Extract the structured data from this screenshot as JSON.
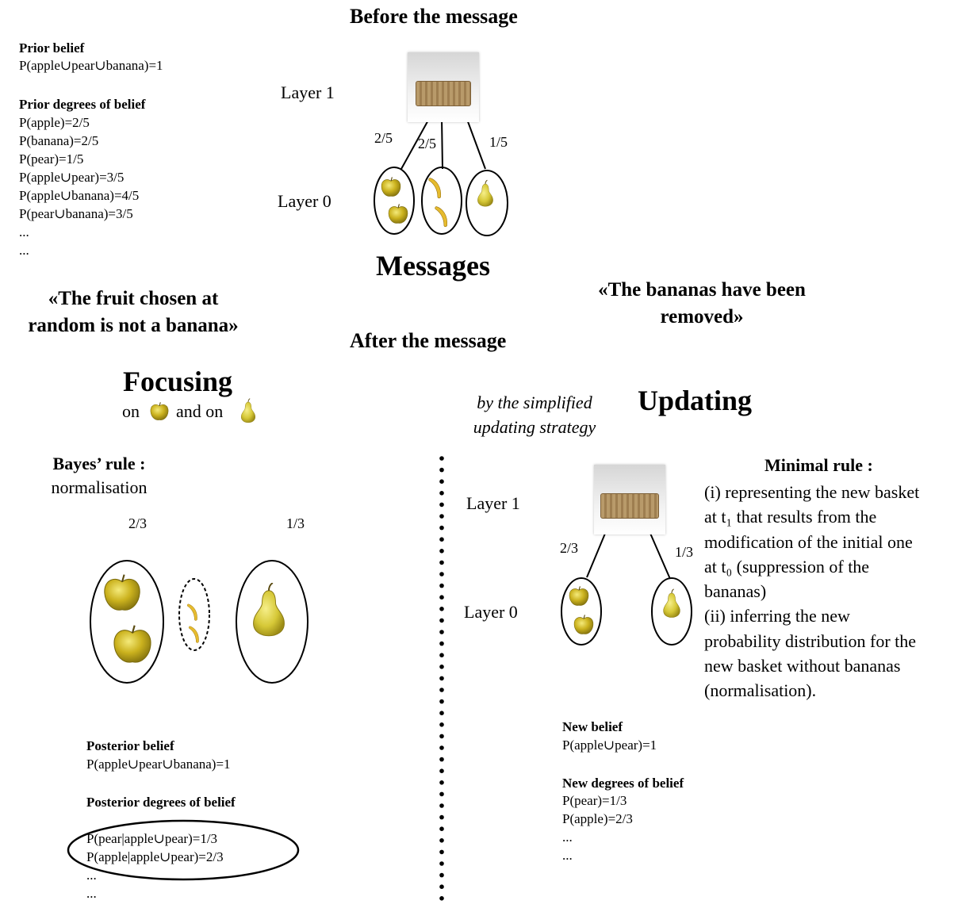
{
  "top": {
    "before_title": "Before the message",
    "prior_belief_title": "Prior belief",
    "prior_belief_value": "P(apple∪pear∪banana)=1",
    "prior_degrees_title": "Prior degrees of belief",
    "prior_degrees": [
      "P(apple)=2/5",
      "P(banana)=2/5",
      "P(pear)=1/5",
      "P(apple∪pear)=3/5",
      "P(apple∪banana)=4/5",
      "P(pear∪banana)=3/5",
      "...",
      "..."
    ],
    "layer1": "Layer 1",
    "layer0": "Layer 0",
    "fractions": [
      "2/5",
      "2/5",
      "1/5"
    ]
  },
  "messages": {
    "title": "Messages",
    "left_quote_line1": "«The fruit chosen at",
    "left_quote_line2": "random is not a banana»",
    "right_quote_line1": "«The bananas have been",
    "right_quote_line2": "removed»",
    "after_title": "After the message"
  },
  "focusing": {
    "title": "Focusing",
    "on1": "on",
    "and_on": "and on",
    "bayes_title": "Bayes’ rule :",
    "bayes_sub": "normalisation",
    "frac_left": "2/3",
    "frac_right": "1/3",
    "posterior_belief_title": "Posterior belief",
    "posterior_belief_value": "P(apple∪pear∪banana)=1",
    "posterior_degrees_title": "Posterior degrees of belief",
    "posterior_degrees": [
      "P(pear|apple∪pear)=1/3",
      "P(apple|apple∪pear)=2/3",
      "...",
      "..."
    ]
  },
  "updating": {
    "title": "Updating",
    "strategy_line1": "by the simplified",
    "strategy_line2": "updating strategy",
    "layer1": "Layer 1",
    "layer0": "Layer 0",
    "frac_left": "2/3",
    "frac_right": "1/3",
    "minimal_title": "Minimal rule :",
    "minimal_lines": [
      "(i) representing the new basket",
      "at t₁ that results from the",
      "modification of the initial one",
      "at t₀ (suppression of the",
      "bananas)",
      "(ii) inferring the new",
      "probability distribution for the",
      "new basket without bananas",
      "(normalisation)."
    ],
    "new_belief_title": "New belief",
    "new_belief_value": "P(apple∪pear)=1",
    "new_degrees_title": "New degrees of belief",
    "new_degrees": [
      "P(pear)=1/3",
      "P(apple)=2/3",
      "...",
      "..."
    ]
  },
  "colors": {
    "apple": "#c9b21c",
    "pear": "#d8cc3a",
    "banana": "#e0b530"
  }
}
